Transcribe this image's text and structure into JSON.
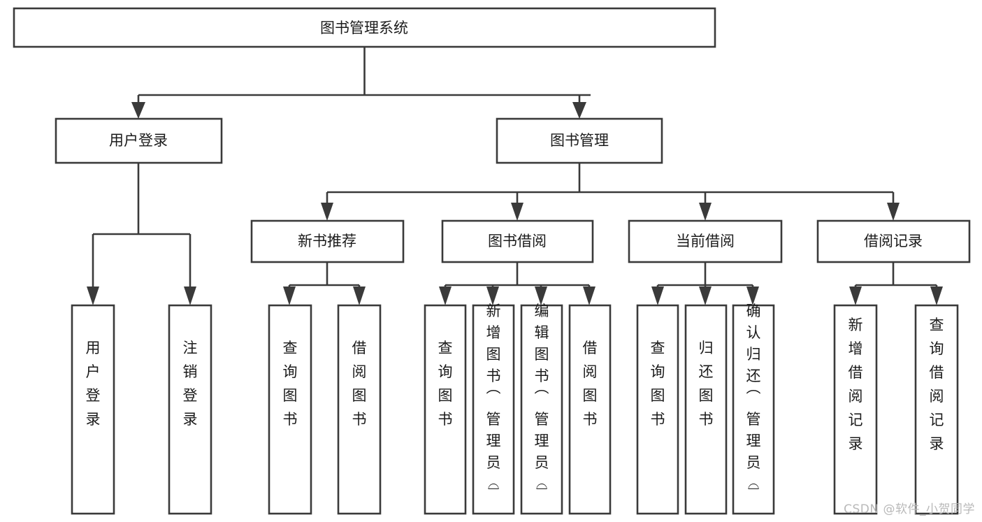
{
  "diagram": {
    "type": "tree-hierarchy",
    "orientation": "top-down",
    "root": {
      "label": "图书管理系统"
    },
    "level2": [
      {
        "label": "用户登录"
      },
      {
        "label": "图书管理"
      }
    ],
    "level3": [
      {
        "label": "新书推荐",
        "parent": "图书管理"
      },
      {
        "label": "图书借阅",
        "parent": "图书管理"
      },
      {
        "label": "当前借阅",
        "parent": "图书管理"
      },
      {
        "label": "借阅记录",
        "parent": "图书管理"
      }
    ],
    "leaves": {
      "user_login": [
        {
          "label": "用户登录"
        },
        {
          "label": "注销登录"
        }
      ],
      "new_book_recommend": [
        {
          "label": "查询图书"
        },
        {
          "label": "借阅图书"
        }
      ],
      "book_borrow": [
        {
          "label": "查询图书"
        },
        {
          "label": "新增图书（管理员）"
        },
        {
          "label": "编辑图书（管理员）"
        },
        {
          "label": "借阅图书"
        }
      ],
      "current_borrow": [
        {
          "label": "查询图书"
        },
        {
          "label": "归还图书"
        },
        {
          "label": "确认归还（管理员）"
        }
      ],
      "borrow_record": [
        {
          "label": "新增借阅记录"
        },
        {
          "label": "查询借阅记录"
        }
      ]
    }
  },
  "style": {
    "line_color": "#3a3a3a",
    "box_fill": "#ffffff",
    "text_color": "#1b1b1b",
    "background": "#ffffff",
    "watermark_color": "#b9b9b9"
  },
  "watermark": {
    "text": "CSDN @软件_小贺同学"
  }
}
